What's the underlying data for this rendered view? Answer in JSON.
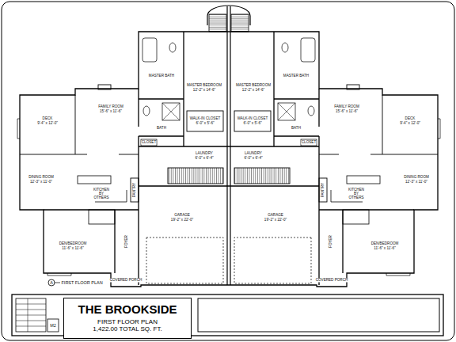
{
  "diagram": {
    "nodes": [
      {
        "text": [
          "THE BROOKSIDE",
          "FIRST FLOOR PLAN",
          "1,422.00 TOTAL SQ. FT."
        ]
      }
    ],
    "labels": [
      "DECK",
      "9'-4\" x 12'-0\"",
      "FAMILY ROOM",
      "15'-6\" x 11'-6\"",
      "MASTER BATH",
      "MASTER BEDROOM",
      "12'-2\" x 14'-6\"",
      "BATH",
      "CLOSET",
      "WALK-IN CLOSET",
      "6'-0\" x 5'-6\"",
      "LAUNDRY",
      "6'-0\" x 6'-4\"",
      "DINING ROOM",
      "12'-3\" x 11'-0\"",
      "KITCHEN BY OTHERS",
      "PANTRY",
      "GARAGE",
      "19'-2\" x 22'-0\"",
      "DEN/BEDROOM",
      "11'-6\" x 11'-6\"",
      "FOYER",
      "COVERED PORCH",
      "DECK",
      "9'-4\" x 12'-0\"",
      "FAMILY ROOM",
      "15'-6\" x 11'-6\"",
      "MASTER BATH",
      "MASTER BEDROOM",
      "12'-2\" x 14'-6\"",
      "BATH",
      "CLOSET",
      "WALK-IN CLOSET",
      "6'-0\" x 5'-6\"",
      "LAUNDRY",
      "6'-0\" x 6'-4\"",
      "DINING ROOM",
      "12'-3\" x 11'-0\"",
      "KITCHEN BY OTHERS",
      "PANTRY",
      "GARAGE",
      "19'-2\" x 22'-0\"",
      "DEN/BEDROOM",
      "11'-6\" x 11'-6\"",
      "FOYER",
      "COVERED PORCH",
      "A",
      "FIRST FLOOR PLAN",
      "M2"
    ]
  }
}
